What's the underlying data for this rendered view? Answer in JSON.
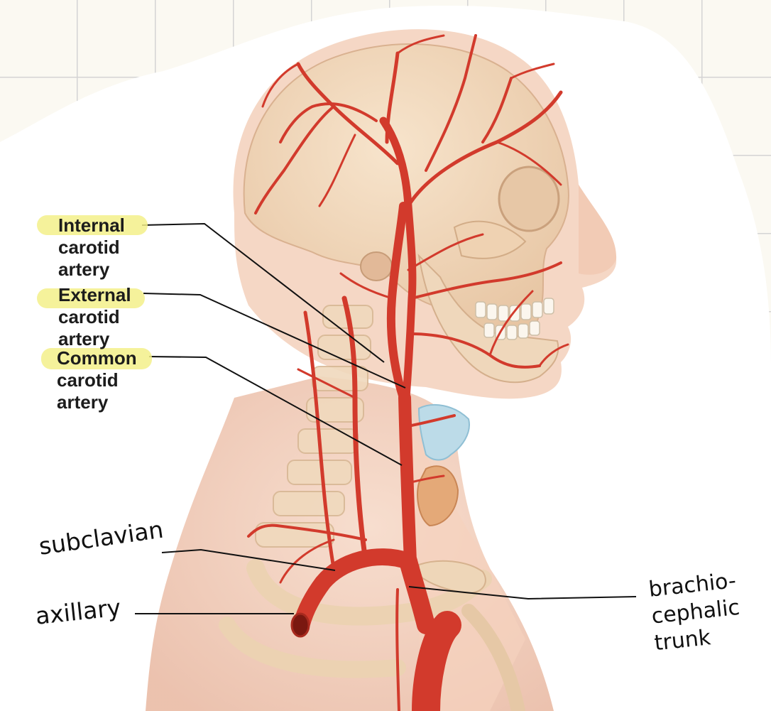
{
  "labels": {
    "internal": [
      "Internal",
      "carotid",
      "artery"
    ],
    "external": [
      "External",
      "carotid",
      "artery"
    ],
    "common": [
      "Common",
      "carotid",
      "artery"
    ]
  },
  "handwritten": {
    "subclavian": "subclavian",
    "axillary": "axillary",
    "brachiocephalic": [
      "brachio-",
      "cephalic",
      "trunk"
    ]
  },
  "colors": {
    "highlight": "#f3f08a",
    "artery": "#d23a2c",
    "skin": "#f2c9b0",
    "bone": "#f3dcc0",
    "grid": "#d4d4d4"
  }
}
